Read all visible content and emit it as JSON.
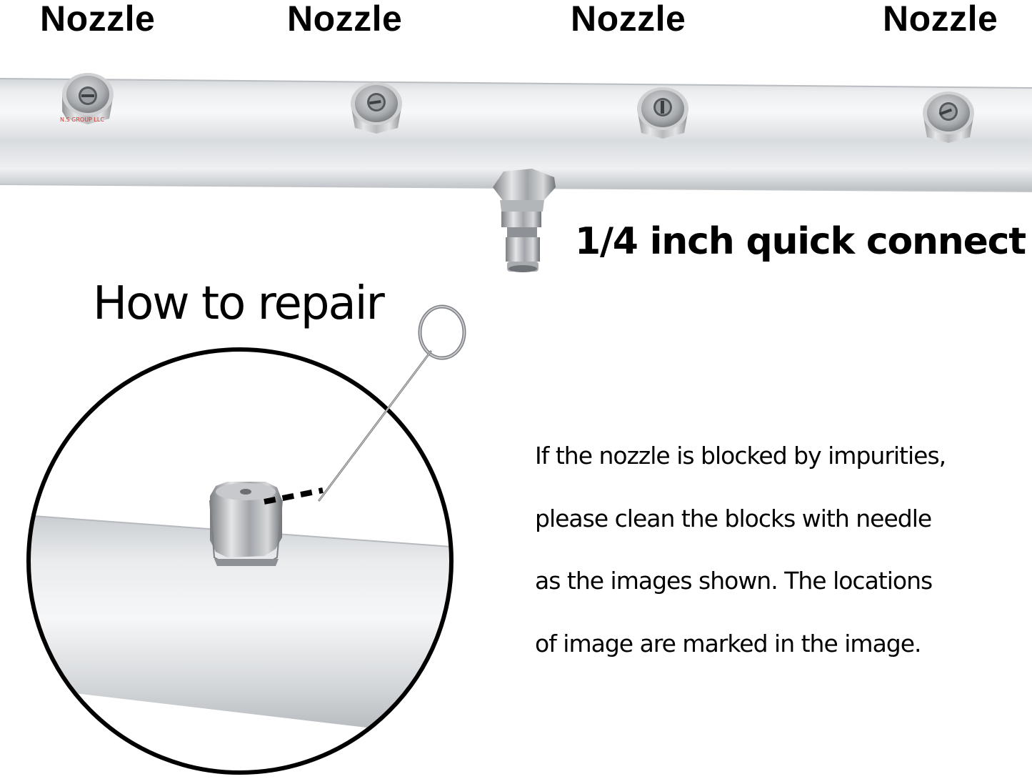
{
  "labels": {
    "nozzles": [
      "Nozzle",
      "Nozzle",
      "Nozzle",
      "Nozzle"
    ],
    "quick_connect": "1/4 inch quick connect",
    "repair_title": "How to repair",
    "watermark": "N.S GROUP LLC"
  },
  "instructions": {
    "lines": [
      "If the nozzle is blocked by impurities,",
      "please clean the blocks with needle",
      "as the images shown. The locations",
      "of image are marked in the image."
    ]
  },
  "colors": {
    "text": "#000000",
    "pipe_light": "#f4f5f6",
    "pipe_mid": "#cfd2d5",
    "pipe_dark": "#a7abaf",
    "watermark": "#d9342b"
  },
  "icons": {
    "nozzle": "hex-nozzle-icon",
    "quick_connect": "quick-connect-fitting-icon",
    "needle": "cleaning-needle-icon"
  }
}
